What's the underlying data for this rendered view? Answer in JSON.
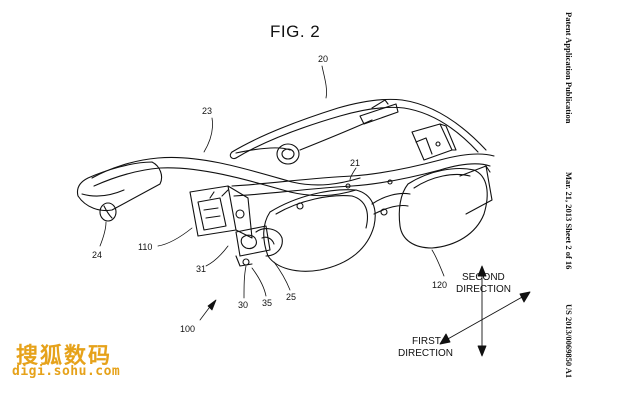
{
  "figure": {
    "title": "FIG. 2"
  },
  "side_header": {
    "publication": "Patent Application Publication",
    "date_sheet": "Mar. 21, 2013  Sheet 2 of 16",
    "number": "US 2013/0069850 A1"
  },
  "reference_numerals": [
    "20",
    "23",
    "21",
    "24",
    "110",
    "31",
    "30",
    "35",
    "25",
    "120",
    "100"
  ],
  "directions": {
    "second_line1": "SECOND",
    "second_line2": "DIRECTION",
    "first_line1": "FIRST",
    "first_line2": "DIRECTION"
  },
  "watermark": {
    "brand": "搜狐数码",
    "url": "digi.sohu.com",
    "color": "#e6a21a"
  }
}
